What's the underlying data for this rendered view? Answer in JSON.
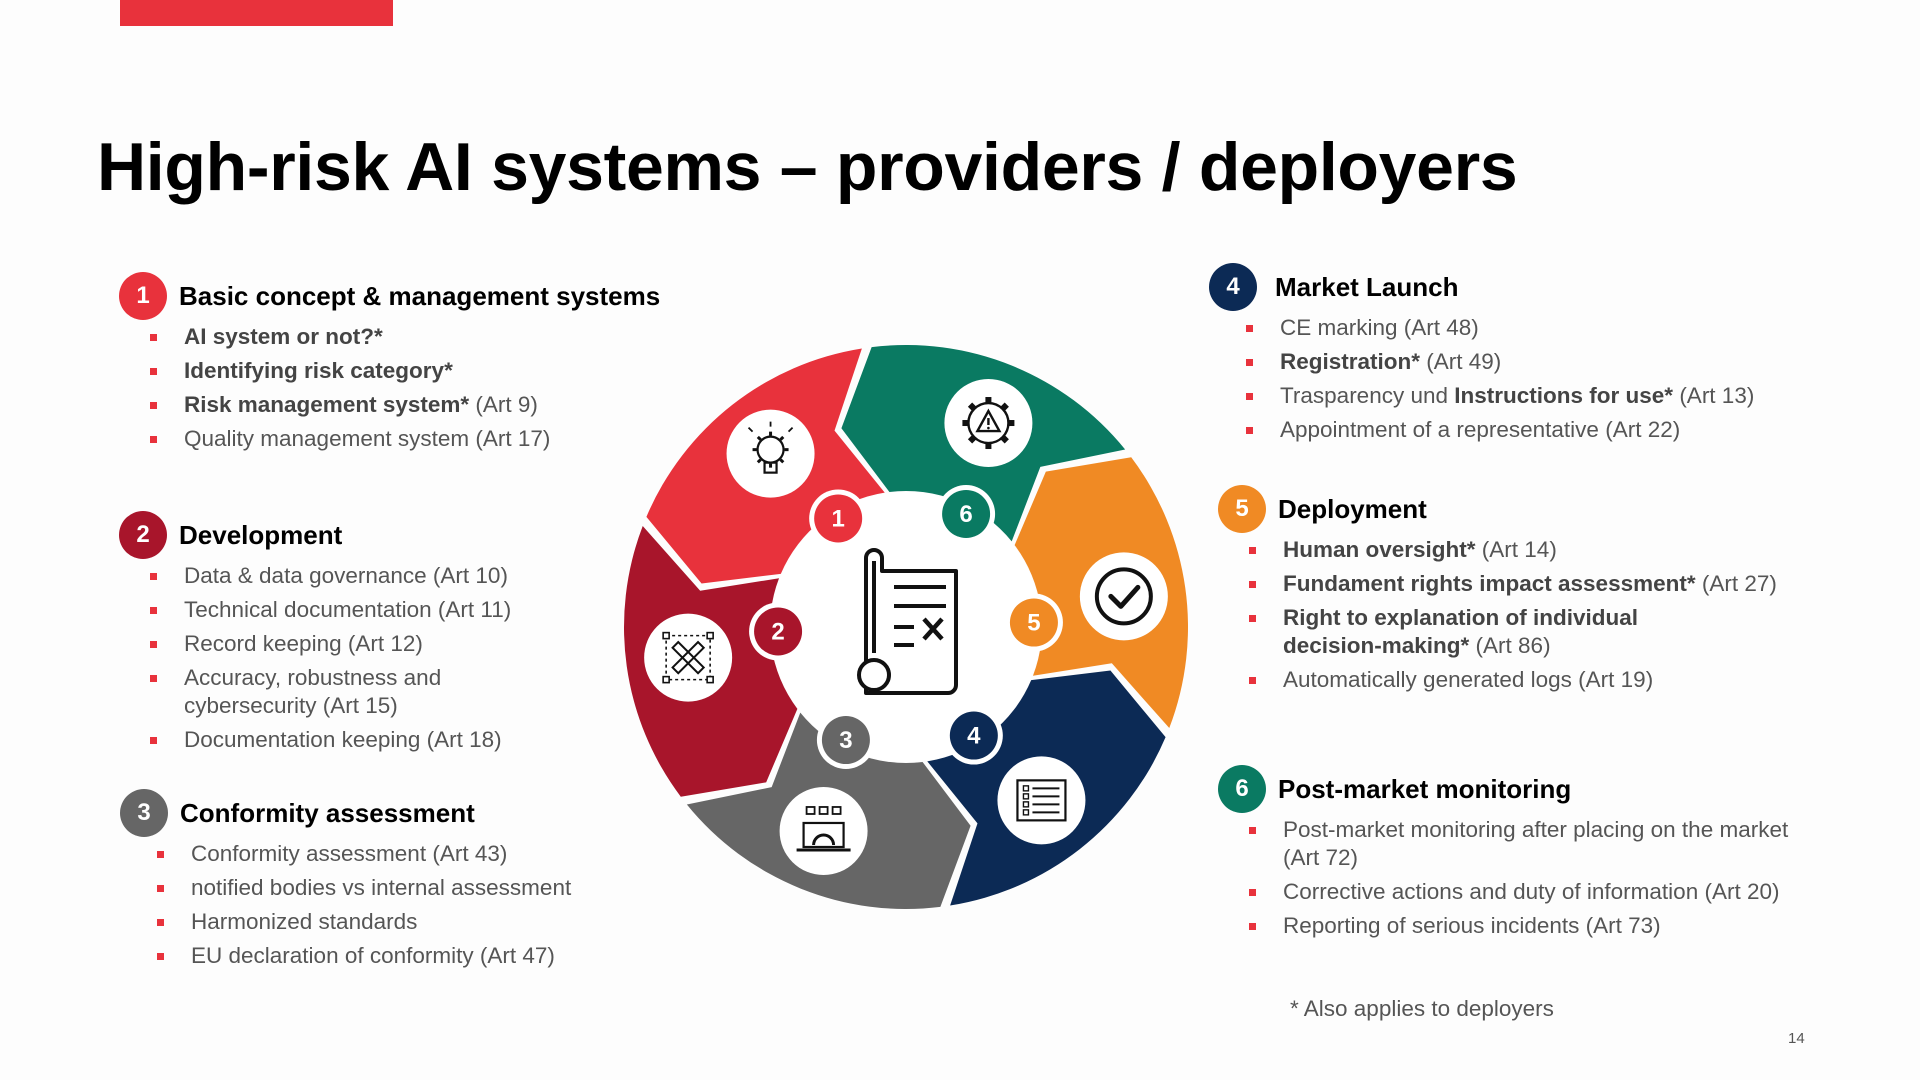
{
  "title": "High-risk AI systems – providers / deployers",
  "colors": {
    "accent": "#e8323c",
    "s1": "#e8323c",
    "s2": "#a8152b",
    "s3": "#666666",
    "s4": "#0c2a55",
    "s5": "#f08a24",
    "s6": "#0a7a62"
  },
  "sections": [
    {
      "num": "1",
      "title": "Basic concept & management systems",
      "items": [
        [
          {
            "t": "AI system or not?*",
            "b": true
          }
        ],
        [
          {
            "t": "Identifying risk category*",
            "b": true
          }
        ],
        [
          {
            "t": "Risk management system*",
            "b": true
          },
          {
            "t": " (Art 9)",
            "b": false
          }
        ],
        [
          {
            "t": "Quality management system (Art 17)",
            "b": false
          }
        ]
      ]
    },
    {
      "num": "2",
      "title": "Development",
      "items": [
        [
          {
            "t": "Data & data governance (Art 10)",
            "b": false
          }
        ],
        [
          {
            "t": "Technical documentation (Art 11)",
            "b": false
          }
        ],
        [
          {
            "t": "Record keeping (Art 12)",
            "b": false
          }
        ],
        [
          {
            "t": "Accuracy, robustness and\ncybersecurity (Art 15)",
            "b": false
          }
        ],
        [
          {
            "t": "Documentation keeping (Art 18)",
            "b": false
          }
        ]
      ]
    },
    {
      "num": "3",
      "title": "Conformity assessment",
      "items": [
        [
          {
            "t": "Conformity assessment (Art 43)",
            "b": false
          }
        ],
        [
          {
            "t": "notified bodies vs internal assessment",
            "b": false
          }
        ],
        [
          {
            "t": "Harmonized standards",
            "b": false
          }
        ],
        [
          {
            "t": "EU declaration of conformity (Art 47)",
            "b": false
          }
        ]
      ]
    },
    {
      "num": "4",
      "title": "Market Launch",
      "items": [
        [
          {
            "t": "CE marking (Art 48)",
            "b": false
          }
        ],
        [
          {
            "t": "Registration*",
            "b": true
          },
          {
            "t": " (Art 49)",
            "b": false
          }
        ],
        [
          {
            "t": "Trasparency und ",
            "b": false
          },
          {
            "t": "Instructions for use*",
            "b": true
          },
          {
            "t": " (Art 13)",
            "b": false
          }
        ],
        [
          {
            "t": "Appointment of a representative (Art 22)",
            "b": false
          }
        ]
      ]
    },
    {
      "num": "5",
      "title": "Deployment",
      "items": [
        [
          {
            "t": "Human oversight*",
            "b": true
          },
          {
            "t": " (Art 14)",
            "b": false
          }
        ],
        [
          {
            "t": "Fundament rights impact assessment*",
            "b": true
          },
          {
            "t": " (Art 27)",
            "b": false
          }
        ],
        [
          {
            "t": "Right to explanation of individual\ndecision-making*",
            "b": true
          },
          {
            "t": " (Art 86)",
            "b": false
          }
        ],
        [
          {
            "t": "Automatically generated logs (Art 19)",
            "b": false
          }
        ]
      ]
    },
    {
      "num": "6",
      "title": "Post-market monitoring",
      "items": [
        [
          {
            "t": "Post-market monitoring after placing on the market\n(Art 72)",
            "b": false
          }
        ],
        [
          {
            "t": "Corrective actions and duty of information (Art 20)",
            "b": false
          }
        ],
        [
          {
            "t": "Reporting of serious incidents (Art 73)",
            "b": false
          }
        ]
      ]
    }
  ],
  "wheel": {
    "center_icon": "document-scroll-icon",
    "segments": [
      {
        "num": "1",
        "icon": "lightbulb-gear-icon"
      },
      {
        "num": "2",
        "icon": "pencil-ruler-icon"
      },
      {
        "num": "3",
        "icon": "laptop-gear-icon"
      },
      {
        "num": "4",
        "icon": "checklist-icon"
      },
      {
        "num": "5",
        "icon": "check-circle-icon"
      },
      {
        "num": "6",
        "icon": "gear-warning-icon"
      }
    ]
  },
  "footnote": "* Also applies to deployers",
  "page_number": "14"
}
